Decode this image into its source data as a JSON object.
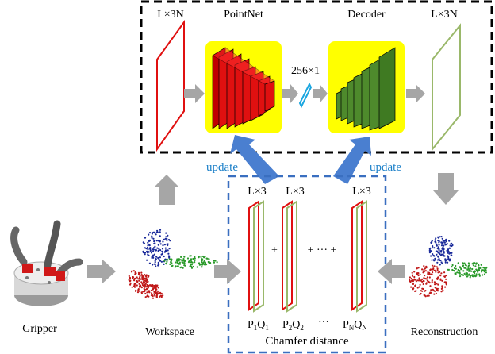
{
  "labels": {
    "lx3n_left": "L×3N",
    "pointnet": "PointNet",
    "latent": "256×1",
    "decoder": "Decoder",
    "lx3n_right": "L×3N",
    "update_left": "update",
    "update_right": "update",
    "lx3_a": "L×3",
    "lx3_b": "L×3",
    "lx3_c": "L×3",
    "plus_a": "+",
    "plus_b": "+ ··· +",
    "p1": "P",
    "p1_sub": "1",
    "q1": "Q",
    "q1_sub": "1",
    "p2": "P",
    "p2_sub": "2",
    "q2": "Q",
    "q2_sub": "2",
    "dots": "···",
    "pn": "P",
    "pn_sub": "N",
    "qn": "Q",
    "qn_sub": "N",
    "chamfer": "Chamfer distance",
    "gripper": "Gripper",
    "workspace": "Workspace",
    "reconstruction": "Reconstruction"
  },
  "colors": {
    "frame_black": "#000000",
    "frame_blue": "#3a6fc0",
    "highlight_yellow": "#ffff00",
    "encoder_red": "#e01010",
    "decoder_green": "#4e8a2c",
    "latent_cyan": "#1aa6e0",
    "outline_green": "#9ab86a",
    "arrow_gray": "#a6a6a6",
    "arrow_blue": "#4a7fd0",
    "points_blue": "#1a2a9a",
    "points_green": "#2a9a2a",
    "points_red": "#c01818"
  },
  "icons": [
    "gripper-illustration",
    "workspace-point-cloud",
    "reconstruction-point-cloud"
  ]
}
